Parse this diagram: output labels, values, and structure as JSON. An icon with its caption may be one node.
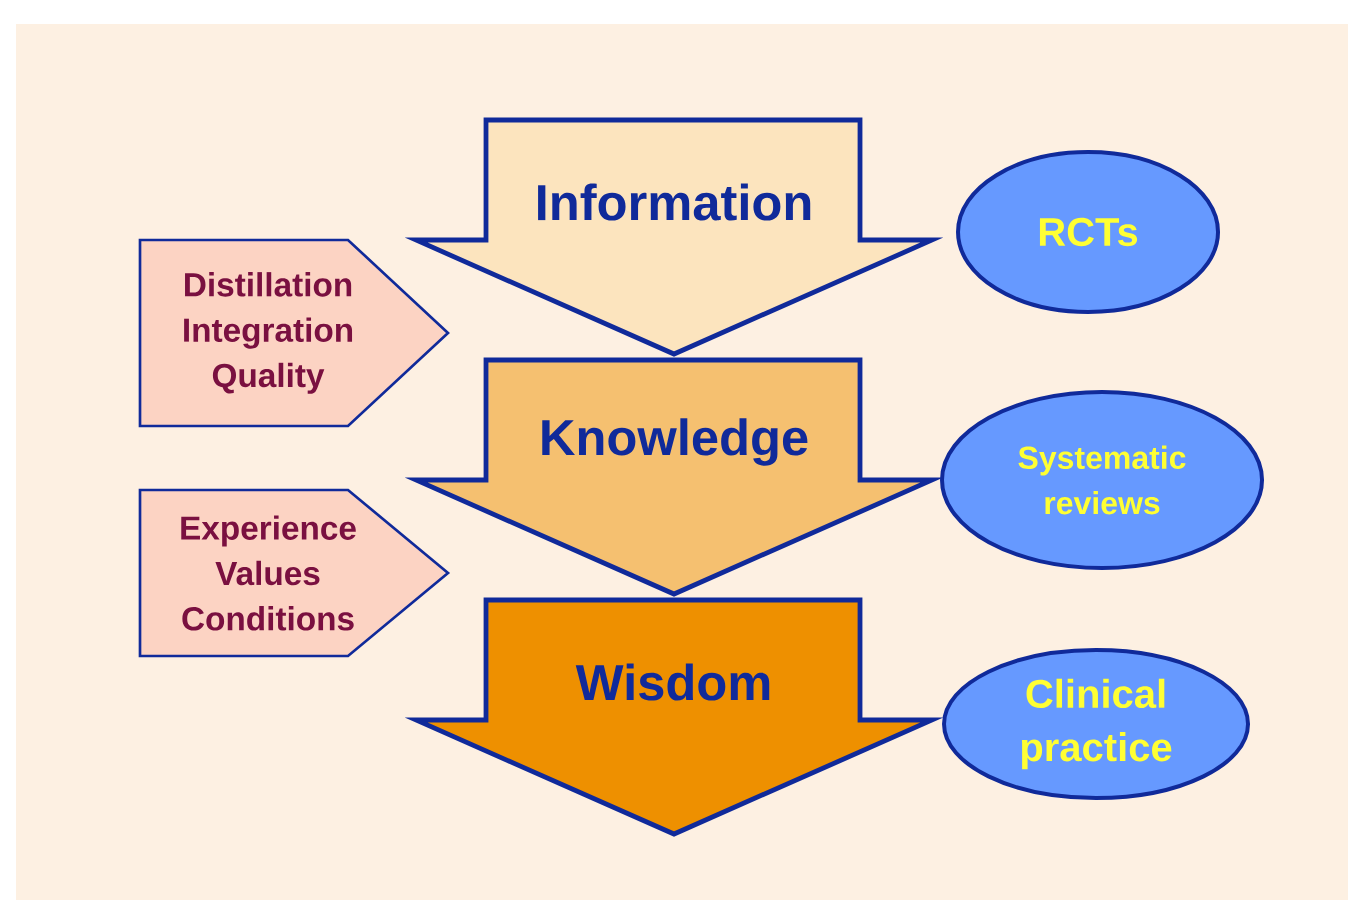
{
  "diagram": {
    "nodes": [
      {
        "text": [
          "Information"
        ]
      },
      {
        "text": [
          "RCTs"
        ]
      },
      {
        "text": [
          "Distillation",
          "Integration",
          "Quality"
        ]
      },
      {
        "text": [
          "Knowledge"
        ]
      },
      {
        "text": [
          "Systematic reviews"
        ]
      },
      {
        "text": [
          "Experience",
          "Values",
          "Conditions"
        ]
      },
      {
        "text": [
          "Wisdom"
        ]
      },
      {
        "text": [
          "Clinical practice"
        ]
      }
    ]
  }
}
